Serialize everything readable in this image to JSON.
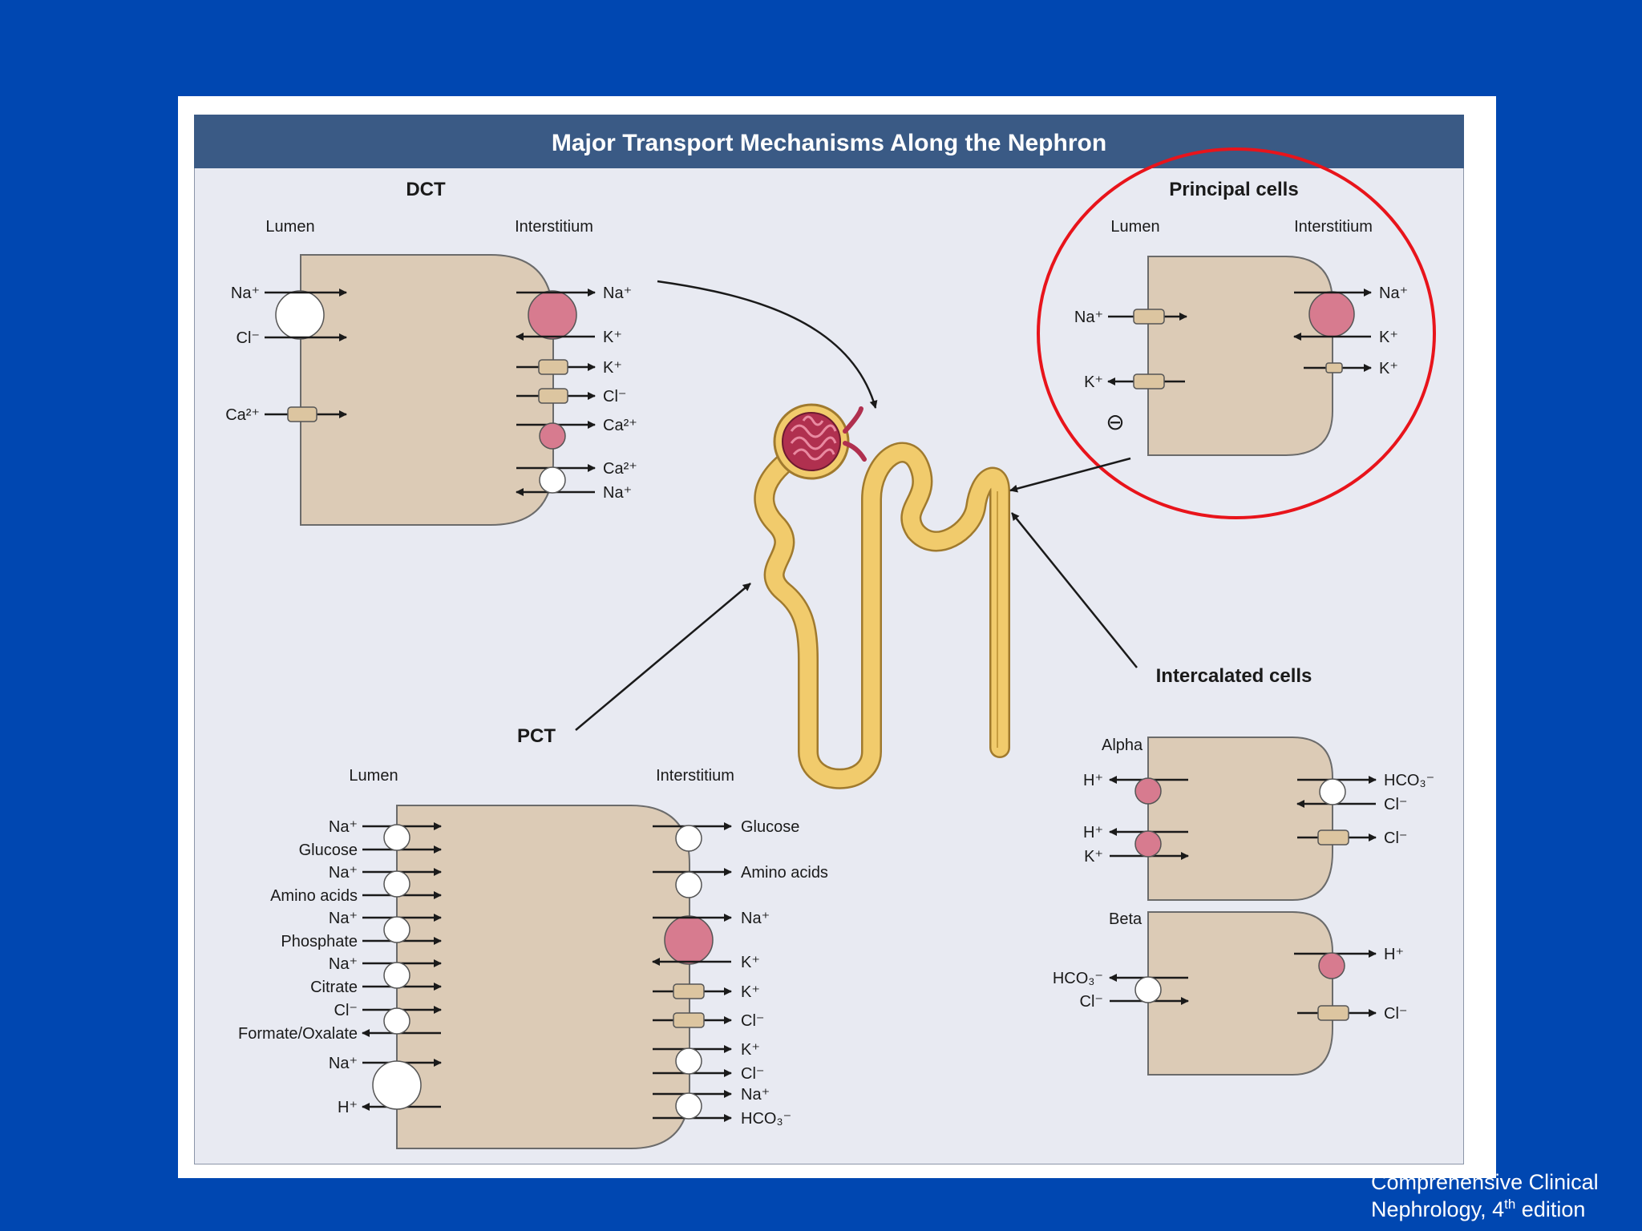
{
  "figure": {
    "title": "Major Transport Mechanisms Along the Nephron",
    "dct": {
      "heading": "DCT",
      "lumen": "Lumen",
      "interstitium": "Interstitium",
      "left_labels": [
        "Na⁺",
        "Cl⁻",
        "Ca²⁺"
      ],
      "right_labels": [
        "Na⁺",
        "K⁺",
        "K⁺",
        "Cl⁻",
        "Ca²⁺",
        "Ca²⁺",
        "Na⁺"
      ]
    },
    "principal": {
      "heading": "Principal cells",
      "lumen": "Lumen",
      "interstitium": "Interstitium",
      "left_labels": [
        "Na⁺",
        "K⁺"
      ],
      "right_labels": [
        "Na⁺",
        "K⁺",
        "K⁺"
      ],
      "minus_sign": "⊖"
    },
    "pct": {
      "heading": "PCT",
      "lumen": "Lumen",
      "interstitium": "Interstitium",
      "left_labels": [
        "Na⁺",
        "Glucose",
        "Na⁺",
        "Amino acids",
        "Na⁺",
        "Phosphate",
        "Na⁺",
        "Citrate",
        "Cl⁻",
        "Formate/Oxalate",
        "Na⁺",
        "H⁺"
      ],
      "right_labels": [
        "Glucose",
        "Amino acids",
        "Na⁺",
        "K⁺",
        "K⁺",
        "Cl⁻",
        "K⁺",
        "Cl⁻",
        "Na⁺",
        "HCO₃⁻"
      ]
    },
    "intercalated": {
      "heading": "Intercalated cells",
      "alpha": {
        "label": "Alpha",
        "left_labels": [
          "H⁺",
          "H⁺",
          "K⁺"
        ],
        "right_labels": [
          "HCO₃⁻",
          "Cl⁻",
          "Cl⁻"
        ]
      },
      "beta": {
        "label": "Beta",
        "left_labels": [
          "HCO₃⁻",
          "Cl⁻"
        ],
        "right_labels": [
          "H⁺",
          "Cl⁻"
        ]
      }
    },
    "highlight_color": "#e8141b",
    "colors": {
      "panel_bg": "#e8eaf2",
      "title_bar": "#3a5a85",
      "cell": "#dccbb6",
      "pump": "#d77b8f",
      "tubule": "#f1cb6c",
      "glomerulus": "#b0304f"
    }
  },
  "credit": {
    "line1": "Comprehensive Clinical",
    "line2_prefix": "Nephrology, 4",
    "line2_sup": "th",
    "line2_suffix": " edition"
  }
}
